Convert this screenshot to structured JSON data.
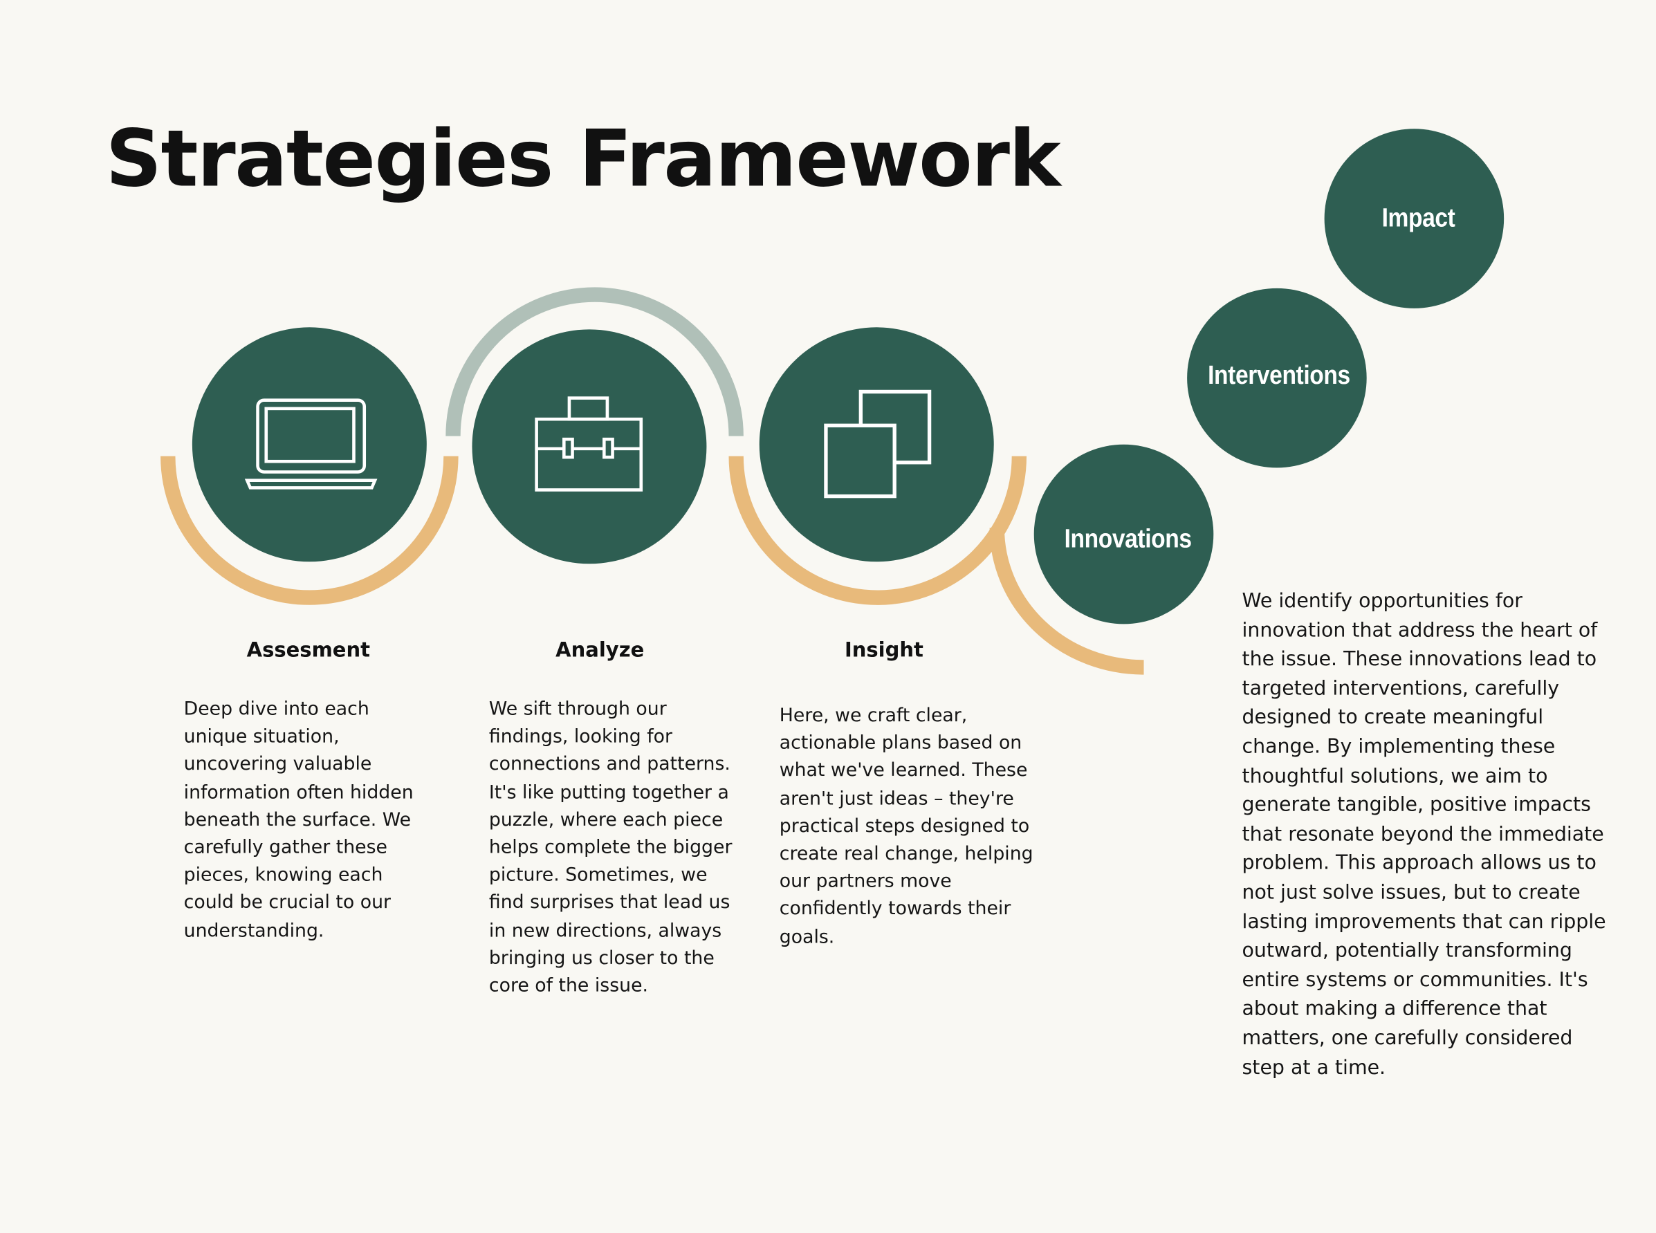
{
  "title": "Strategies Framework",
  "colors": {
    "background": "#f9f8f3",
    "circle": "#2e5e52",
    "gold_arc": "#e8ba7b",
    "gray_arc": "#b0c0b8",
    "text": "#111111"
  },
  "steps": [
    {
      "label": "Assesment",
      "icon": "laptop-icon",
      "description": "Deep dive into each unique situation, uncovering valuable information often hidden beneath the surface. We carefully gather these pieces, knowing each could be crucial to our understanding."
    },
    {
      "label": "Analyze",
      "icon": "briefcase-icon",
      "description": "We sift through our findings, looking for connections and patterns. It's like putting together a puzzle, where each piece helps complete the bigger picture. Sometimes, we find surprises that lead us in new directions, always bringing us closer to the core of the issue."
    },
    {
      "label": "Insight",
      "icon": "overlapping-squares-icon",
      "description": "Here, we craft clear, actionable plans based on what we've learned. These aren't just ideas – they're practical steps designed to create real change, helping our partners move confidently towards their goals."
    }
  ],
  "outcomes": {
    "circles": [
      "Innovations",
      "Interventions",
      "Impact"
    ],
    "description": "We identify opportunities for innovation that address the heart of the issue. These innovations lead to targeted interventions, carefully designed to create meaningful change. By implementing these thoughtful solutions, we aim to generate tangible, positive impacts that resonate beyond the immediate problem. This approach allows us to not just solve issues, but to create lasting improvements that can ripple outward, potentially transforming entire systems or communities. It's about making a difference that matters, one carefully considered step at a time."
  }
}
